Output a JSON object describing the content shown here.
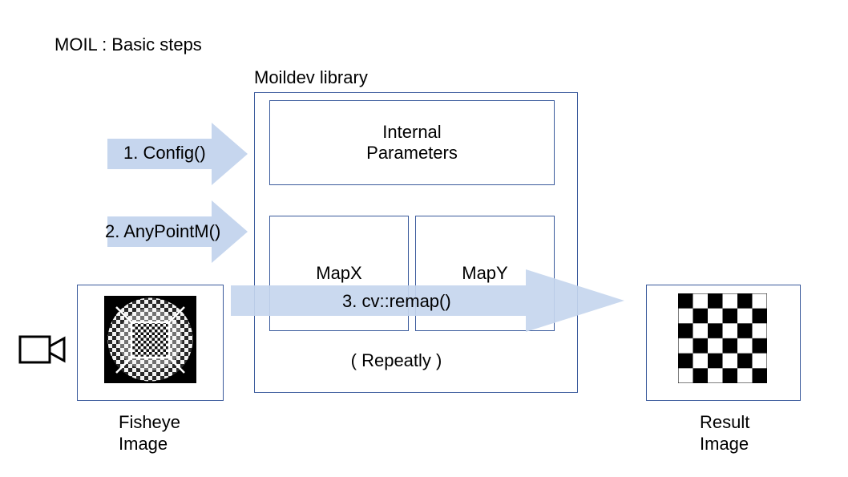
{
  "title": "MOIL : Basic steps",
  "library": {
    "label": "Moildev library",
    "internal_params": [
      "Internal",
      "Parameters"
    ],
    "map_x": "MapX",
    "map_y": "MapY",
    "repeat_note": "( Repeatly )"
  },
  "steps": {
    "config": "1. Config()",
    "anypoint": "2. AnyPointM()",
    "remap": "3. cv::remap()"
  },
  "fisheye": {
    "label_line1": "Fisheye",
    "label_line2": "Image"
  },
  "result": {
    "label_line1": "Result",
    "label_line2": "Image"
  },
  "icons": {
    "camera": "video-camera-icon"
  },
  "colors": {
    "arrow_fill": "#c6d6ee",
    "box_border": "#3a5a9c"
  }
}
